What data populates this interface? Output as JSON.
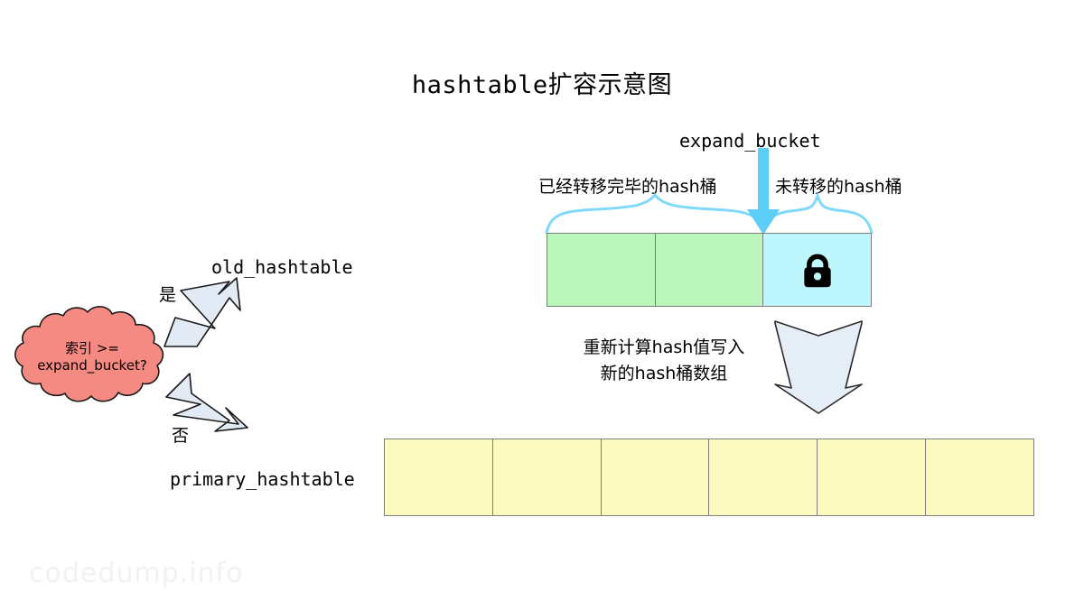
{
  "diagram": {
    "title": "hashtable扩容示意图",
    "watermark": "codedump.info"
  },
  "labels": {
    "expand_bucket": "expand_bucket",
    "moved_buckets": "已经转移完毕的hash桶",
    "unmoved_buckets": "未转移的hash桶",
    "old_hashtable": "old_hashtable",
    "primary_hashtable": "primary_hashtable",
    "yes": "是",
    "no": "否",
    "rehash_line1": "重新计算hash值写入",
    "rehash_line2": "新的hash桶数组"
  },
  "decision": {
    "line1": "索引 >=",
    "line2": "expand_bucket?"
  },
  "old_array": {
    "cells": [
      {
        "state": "moved",
        "fill": "#baf5bb",
        "locked": false
      },
      {
        "state": "moved",
        "fill": "#baf5bb",
        "locked": false
      },
      {
        "state": "unmoved",
        "fill": "#bdf7fd",
        "locked": true
      }
    ]
  },
  "new_array": {
    "cells": [
      {
        "fill": "#fcfabf"
      },
      {
        "fill": "#fcfabf"
      },
      {
        "fill": "#fcfabf"
      },
      {
        "fill": "#fcfabf"
      },
      {
        "fill": "#fcfabf"
      },
      {
        "fill": "#fcfabf"
      }
    ]
  },
  "colors": {
    "cloud_fill": "#f58a82",
    "cloud_stroke": "#1a1a1a",
    "arrow_fill": "#e2ebf5",
    "arrow_stroke": "#1a1a1a",
    "brace": "#7fd9fa",
    "pointer_arrow": "#5ccdf5",
    "cell_border": "#7d7d7d",
    "green_cell": "#baf5bb",
    "cyan_cell": "#bdf7fd",
    "yellow_cell": "#fcfabf",
    "lock": "#000000"
  },
  "icons": {
    "lock": "lock-icon"
  }
}
